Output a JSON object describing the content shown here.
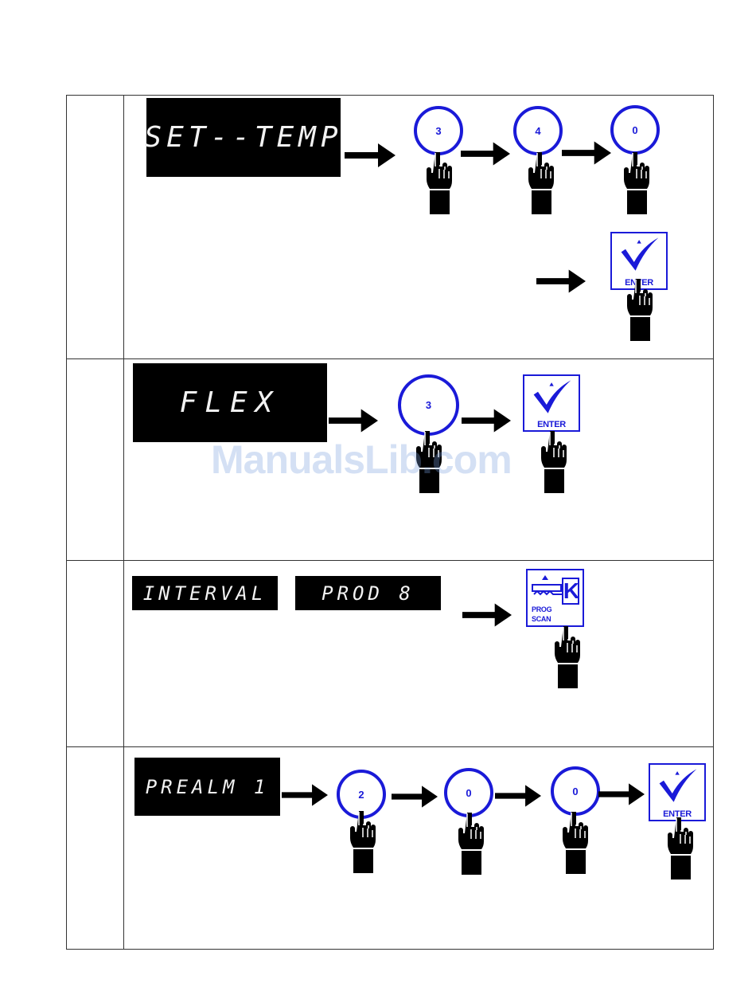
{
  "rows": [
    {
      "display": [
        "SET--TEMP"
      ],
      "keys": [
        "3",
        "4",
        "0"
      ],
      "enter_label": "ENTER"
    },
    {
      "display": [
        "FLEX"
      ],
      "keys": [
        "3"
      ],
      "enter_label": "ENTER"
    },
    {
      "display": [
        "INTERVAL",
        "PROD 8"
      ],
      "prog_label_1": "PROG",
      "prog_label_2": "SCAN",
      "prog_letter": "K"
    },
    {
      "display": [
        "PREALM 1"
      ],
      "keys": [
        "2",
        "0",
        "0"
      ],
      "enter_label": "ENTER"
    }
  ],
  "watermark": "ManualsLib.com",
  "colors": {
    "key_blue": "#1a1ad8",
    "display_bg": "#000000"
  },
  "icons": [
    "right-arrow-icon",
    "pointing-hand-icon",
    "checkmark-icon",
    "key-icon"
  ]
}
